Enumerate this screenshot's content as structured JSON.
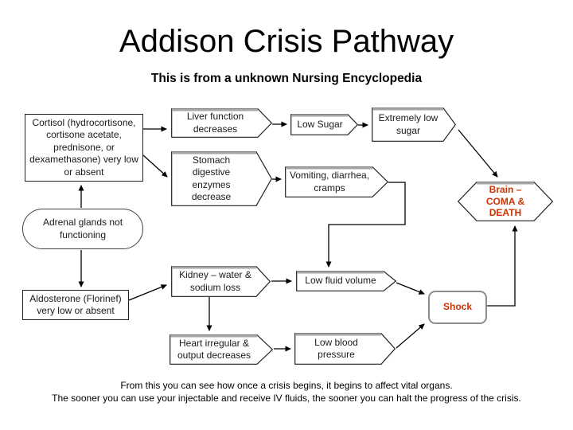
{
  "slide": {
    "title": "Addison Crisis Pathway",
    "subtitle": "This is from a unknown Nursing Encyclopedia",
    "footer_line1": "From this you can see how once a crisis begins, it begins to affect vital organs.",
    "footer_line2": "The sooner you can use your injectable and receive IV fluids, the sooner you can halt the progress of the crisis."
  },
  "colors": {
    "alert_text": "#cc3300",
    "shape_border_gray": "#a6a6a6",
    "outline_black": "#1f1f1f",
    "background": "#ffffff"
  },
  "nodes": {
    "cortisol": {
      "label": "Cortisol (hydrocortisone, cortisone acetate, prednisone, or dexamethasone) very low or absent",
      "shape": "rectangle"
    },
    "adrenal": {
      "label": "Adrenal glands not functioning",
      "shape": "rounded-rectangle"
    },
    "aldosterone": {
      "label": "Aldosterone (Florinef) very low or absent",
      "shape": "rectangle"
    },
    "liver": {
      "label": "Liver function decreases",
      "shape": "pentagon-arrow"
    },
    "stomach": {
      "label": "Stomach digestive enzymes decrease",
      "shape": "pentagon-arrow"
    },
    "low_sugar": {
      "label": "Low Sugar",
      "shape": "pentagon-arrow"
    },
    "vomiting": {
      "label": "Vomiting, diarrhea, cramps",
      "shape": "pentagon-arrow"
    },
    "extremely_low_sugar": {
      "label": "Extremely low sugar",
      "shape": "pentagon-arrow"
    },
    "brain": {
      "label": "Brain – COMA & DEATH",
      "shape": "hexagon"
    },
    "kidney": {
      "label": "Kidney – water & sodium loss",
      "shape": "pentagon-arrow"
    },
    "low_fluid_volume": {
      "label": "Low fluid volume",
      "shape": "pentagon-arrow"
    },
    "shock": {
      "label": "Shock",
      "shape": "rounded-rectangle"
    },
    "heart": {
      "label": "Heart irregular & output decreases",
      "shape": "pentagon-arrow"
    },
    "low_blood_pressure": {
      "label": "Low blood pressure",
      "shape": "pentagon-arrow"
    }
  },
  "edges": [
    {
      "from": "adrenal",
      "to": "cortisol"
    },
    {
      "from": "adrenal",
      "to": "aldosterone"
    },
    {
      "from": "cortisol",
      "to": "liver"
    },
    {
      "from": "cortisol",
      "to": "stomach"
    },
    {
      "from": "liver",
      "to": "low_sugar"
    },
    {
      "from": "low_sugar",
      "to": "extremely_low_sugar"
    },
    {
      "from": "extremely_low_sugar",
      "to": "brain"
    },
    {
      "from": "stomach",
      "to": "vomiting"
    },
    {
      "from": "vomiting",
      "to": "low_fluid_volume"
    },
    {
      "from": "aldosterone",
      "to": "kidney"
    },
    {
      "from": "kidney",
      "to": "heart"
    },
    {
      "from": "kidney",
      "to": "low_fluid_volume"
    },
    {
      "from": "heart",
      "to": "low_blood_pressure"
    },
    {
      "from": "low_fluid_volume",
      "to": "shock"
    },
    {
      "from": "low_blood_pressure",
      "to": "shock"
    },
    {
      "from": "shock",
      "to": "brain"
    }
  ]
}
